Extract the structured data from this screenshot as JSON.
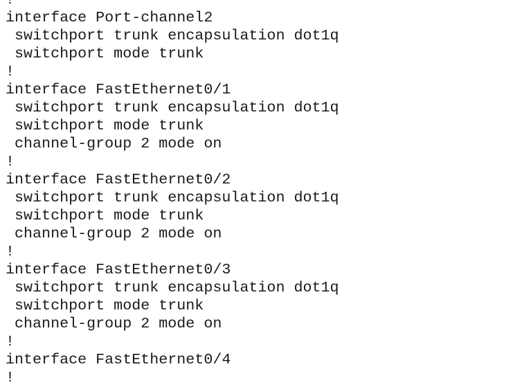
{
  "config": {
    "lines": [
      "!",
      "interface Port-channel2",
      " switchport trunk encapsulation dot1q",
      " switchport mode trunk",
      "!",
      "interface FastEthernet0/1",
      " switchport trunk encapsulation dot1q",
      " switchport mode trunk",
      " channel-group 2 mode on",
      "!",
      "interface FastEthernet0/2",
      " switchport trunk encapsulation dot1q",
      " switchport mode trunk",
      " channel-group 2 mode on",
      "!",
      "interface FastEthernet0/3",
      " switchport trunk encapsulation dot1q",
      " switchport mode trunk",
      " channel-group 2 mode on",
      "!",
      "interface FastEthernet0/4",
      "!"
    ]
  }
}
